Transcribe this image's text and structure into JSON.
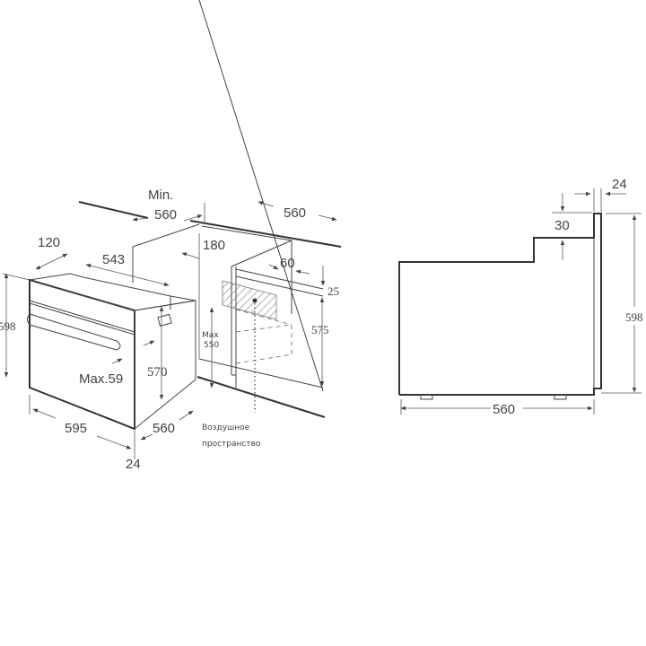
{
  "iso_view": {
    "min_label": "Min.",
    "min_depth": "560",
    "niche_width": "560",
    "dim_120": "120",
    "dim_543": "543",
    "dim_180": "180",
    "dim_60": "60",
    "dim_25": "25",
    "dim_575": "575",
    "height_598": "598",
    "max_550_label": "Max",
    "max_550_value": "550",
    "dim_570": "570",
    "max_59": "Max.59",
    "width_595": "595",
    "depth_560": "560",
    "door_24": "24",
    "air_space_line1": "Воздушное",
    "air_space_line2": "пространство"
  },
  "side_view": {
    "dim_24": "24",
    "dim_30": "30",
    "height_598": "598",
    "depth_560": "560"
  }
}
